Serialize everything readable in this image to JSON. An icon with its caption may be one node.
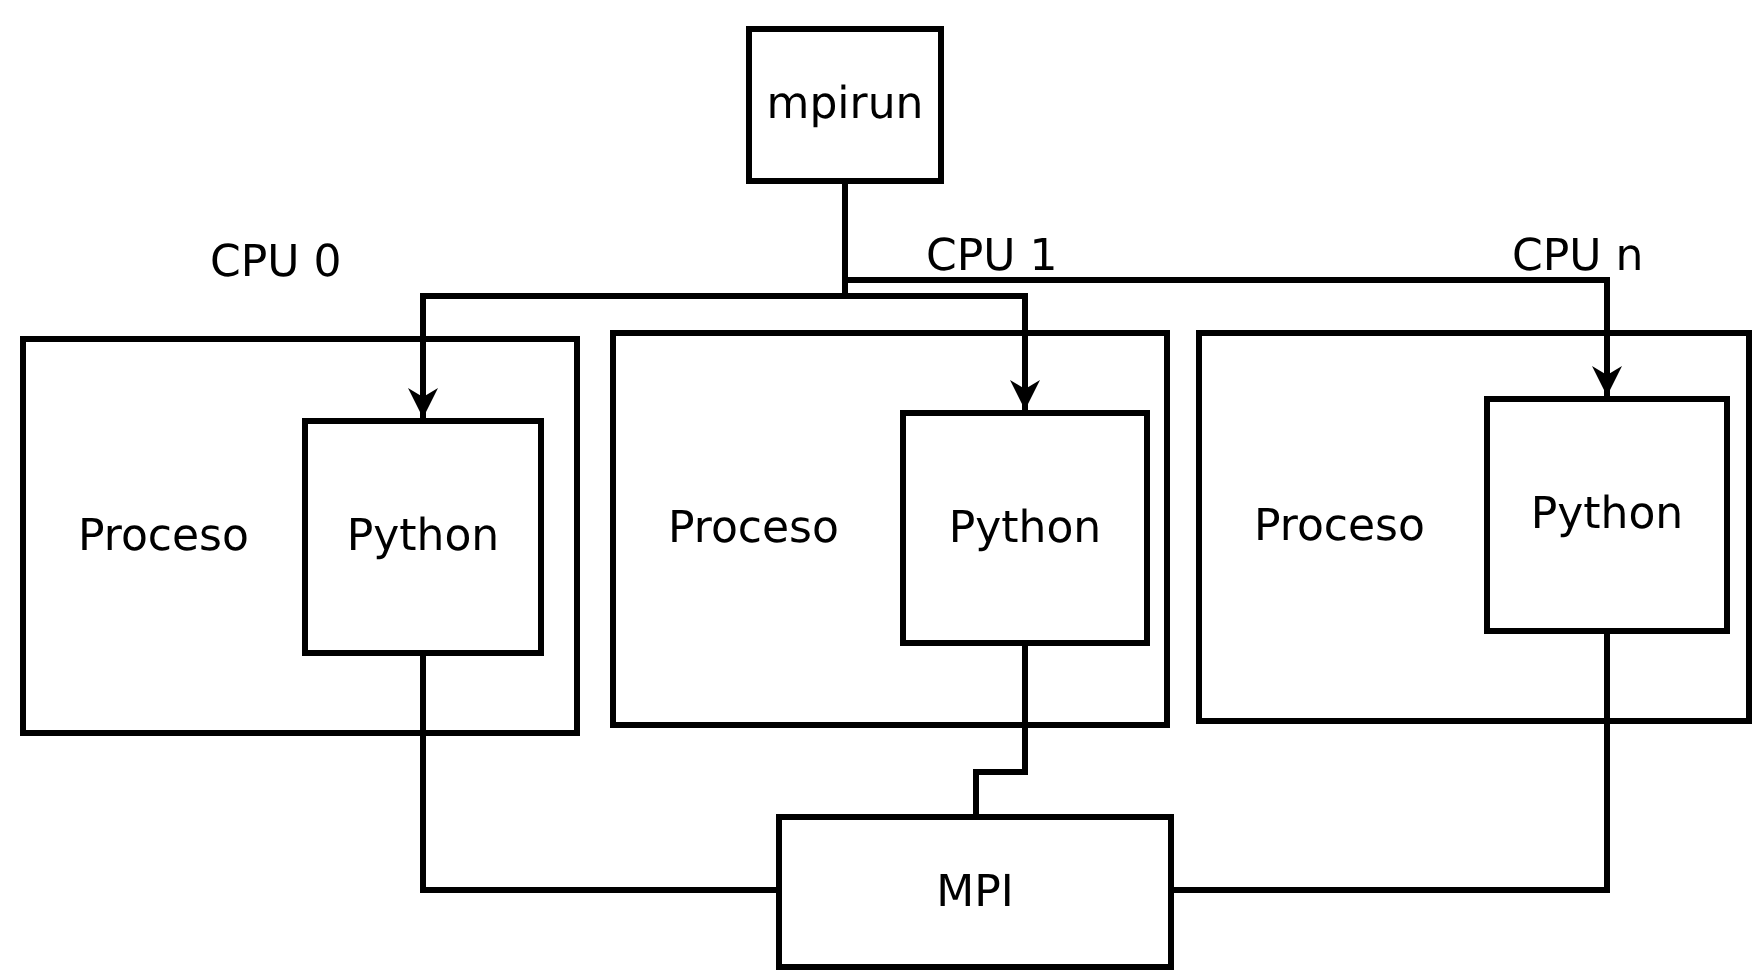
{
  "diagram": {
    "nodes": [
      {
        "text": [
          "mpirun"
        ]
      },
      {
        "text": [
          "CPU 0",
          "Proceso"
        ]
      },
      {
        "text": [
          "Python"
        ],
        "in": 1
      },
      {
        "text": [
          "CPU 1",
          "Proceso"
        ]
      },
      {
        "text": [
          "Python"
        ],
        "in": 3
      },
      {
        "text": [
          "CPU n",
          "Proceso"
        ]
      },
      {
        "text": [
          "Python"
        ],
        "in": 5
      },
      {
        "text": [
          "MPI"
        ]
      }
    ],
    "edges": [
      {
        "from": 0,
        "to": 2,
        "arrow": "to"
      },
      {
        "from": 0,
        "to": 4,
        "arrow": "to"
      },
      {
        "from": 0,
        "to": 6,
        "arrow": "to"
      },
      {
        "from": 2,
        "to": 7,
        "arrow": "none"
      },
      {
        "from": 4,
        "to": 7,
        "arrow": "none"
      },
      {
        "from": 6,
        "to": 7,
        "arrow": "none"
      }
    ]
  }
}
